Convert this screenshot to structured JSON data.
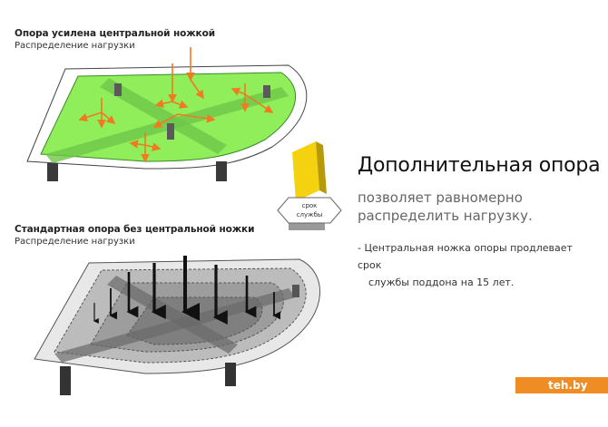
{
  "top_diagram": {
    "title": "Опора усилена центральной ножкой",
    "subtitle": "Распределение нагрузки"
  },
  "bottom_diagram": {
    "title": "Стандартная опора без центральной ножки",
    "subtitle": "Распределение нагрузки"
  },
  "badge": {
    "line1": "срок",
    "line2": "службы"
  },
  "headline": "Дополнительная опора",
  "subheadline": "позволяет равномерно распределить нагрузку.",
  "note": {
    "line1": "- Центральная ножка опоры продлевает срок",
    "line2": "службы поддона на 15 лет."
  },
  "logo": {
    "text": "teh.by"
  },
  "colors": {
    "tray_green": "#8fee5a",
    "beam_green": "#6fc64a",
    "arrow_orange": "#f07a22",
    "pillar_yellow": "#f5d20f",
    "logo_orange": "#f08c24"
  }
}
